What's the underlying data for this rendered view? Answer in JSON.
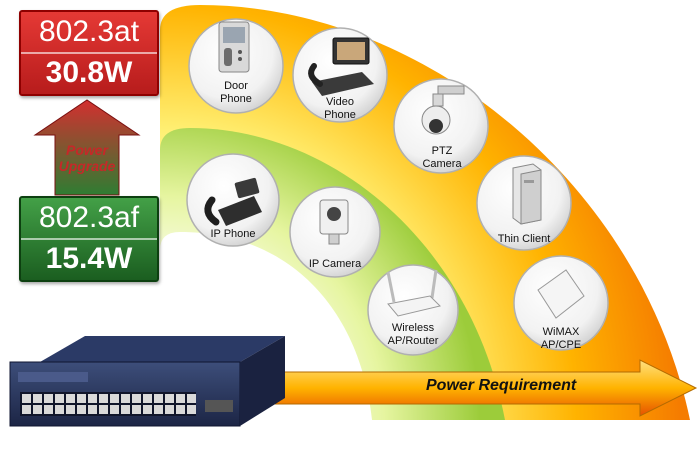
{
  "standards": {
    "at": {
      "name": "802.3at",
      "power": "30.8W",
      "color": "#d32f2f"
    },
    "af": {
      "name": "802.3af",
      "power": "15.4W",
      "color": "#2e7d32"
    }
  },
  "upgrade_label": {
    "line1": "Power",
    "line2": "Upgrade"
  },
  "axis_label": "Power Requirement",
  "devices_at": [
    {
      "label_lines": [
        "Door",
        "Phone"
      ],
      "icon": "door-phone-icon"
    },
    {
      "label_lines": [
        "Video",
        "Phone"
      ],
      "icon": "video-phone-icon"
    },
    {
      "label_lines": [
        "PTZ",
        "Camera"
      ],
      "icon": "ptz-camera-icon"
    },
    {
      "label_lines": [
        "Thin Client"
      ],
      "icon": "thin-client-icon"
    },
    {
      "label_lines": [
        "WiMAX",
        "AP/CPE"
      ],
      "icon": "wimax-icon"
    }
  ],
  "devices_af": [
    {
      "label_lines": [
        "IP Phone"
      ],
      "icon": "ip-phone-icon"
    },
    {
      "label_lines": [
        "IP Camera"
      ],
      "icon": "ip-camera-icon"
    },
    {
      "label_lines": [
        "Wireless",
        "AP/Router"
      ],
      "icon": "wireless-router-icon"
    }
  ],
  "colors": {
    "outer_band": "#f39c12",
    "inner_band": "#9ccc3a",
    "arrow": "#f0a500"
  }
}
